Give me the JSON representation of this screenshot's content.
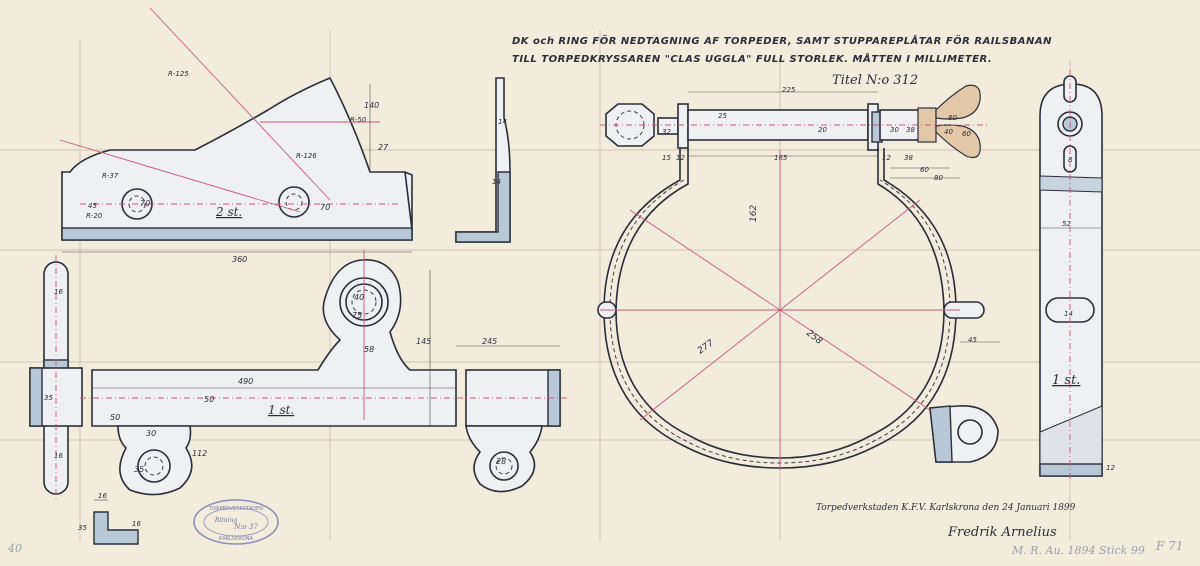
{
  "title": {
    "line1": "DK och RING FÖR NEDTAGNING AF TORPEDER, SAMT STUPPAREPLÅTAR FÖR RAILSBANAN",
    "line2": "TILL TORPEDKRYSSAREN \"CLAS UGGLA\"  FULL STORLEK. MÅTTEN I MILLIMETER."
  },
  "drawing_number": "Titel N:o 312",
  "part_labels": {
    "plates": "2 st.",
    "bar": "1 st.",
    "strap": "1 st."
  },
  "dimensions": {
    "plate": [
      "R-125",
      "140",
      "R-50",
      "R-126",
      "27",
      "R-37",
      "45",
      "R-20",
      "70",
      "70",
      "360"
    ],
    "angle_small": [
      "14",
      "14"
    ],
    "bar_end": [
      "16",
      "35",
      "16"
    ],
    "bar": [
      "40",
      "75",
      "58",
      "145",
      "245",
      "490",
      "50",
      "50",
      "30",
      "35",
      "112",
      "28"
    ],
    "angle_bottom": [
      "16",
      "35",
      "16"
    ],
    "bolt": [
      "225",
      "25",
      "20",
      "32",
      "30",
      "38",
      "40",
      "60",
      "80",
      "15",
      "12",
      "165",
      "12",
      "38",
      "60",
      "80"
    ],
    "ring": [
      "162",
      "277",
      "258",
      "45"
    ],
    "strap": [
      "8",
      "52",
      "14",
      "12"
    ]
  },
  "signature_block": {
    "place_date": "Torpedverkstaden K.F.V. Karlskrona den 24 Januari 1899",
    "signature": "Fredrik Arnelius"
  },
  "stamp": {
    "line1": "TORPEDVERKSTADEN",
    "line2": "Ritning",
    "line3": "N:o 37",
    "line4": "KARLSKRONA"
  },
  "pencil_notes": {
    "archive_ref": "M. R. Au. 1894 Stick 99",
    "sheet_no": "F 71",
    "corner": "40"
  },
  "colors": {
    "paper": "#f1ecdc",
    "ink": "#2b2e3a",
    "wash_blue": "#b8c8d6",
    "construction_red": "#d0567a",
    "wing_nut": "#e2c7a8"
  }
}
